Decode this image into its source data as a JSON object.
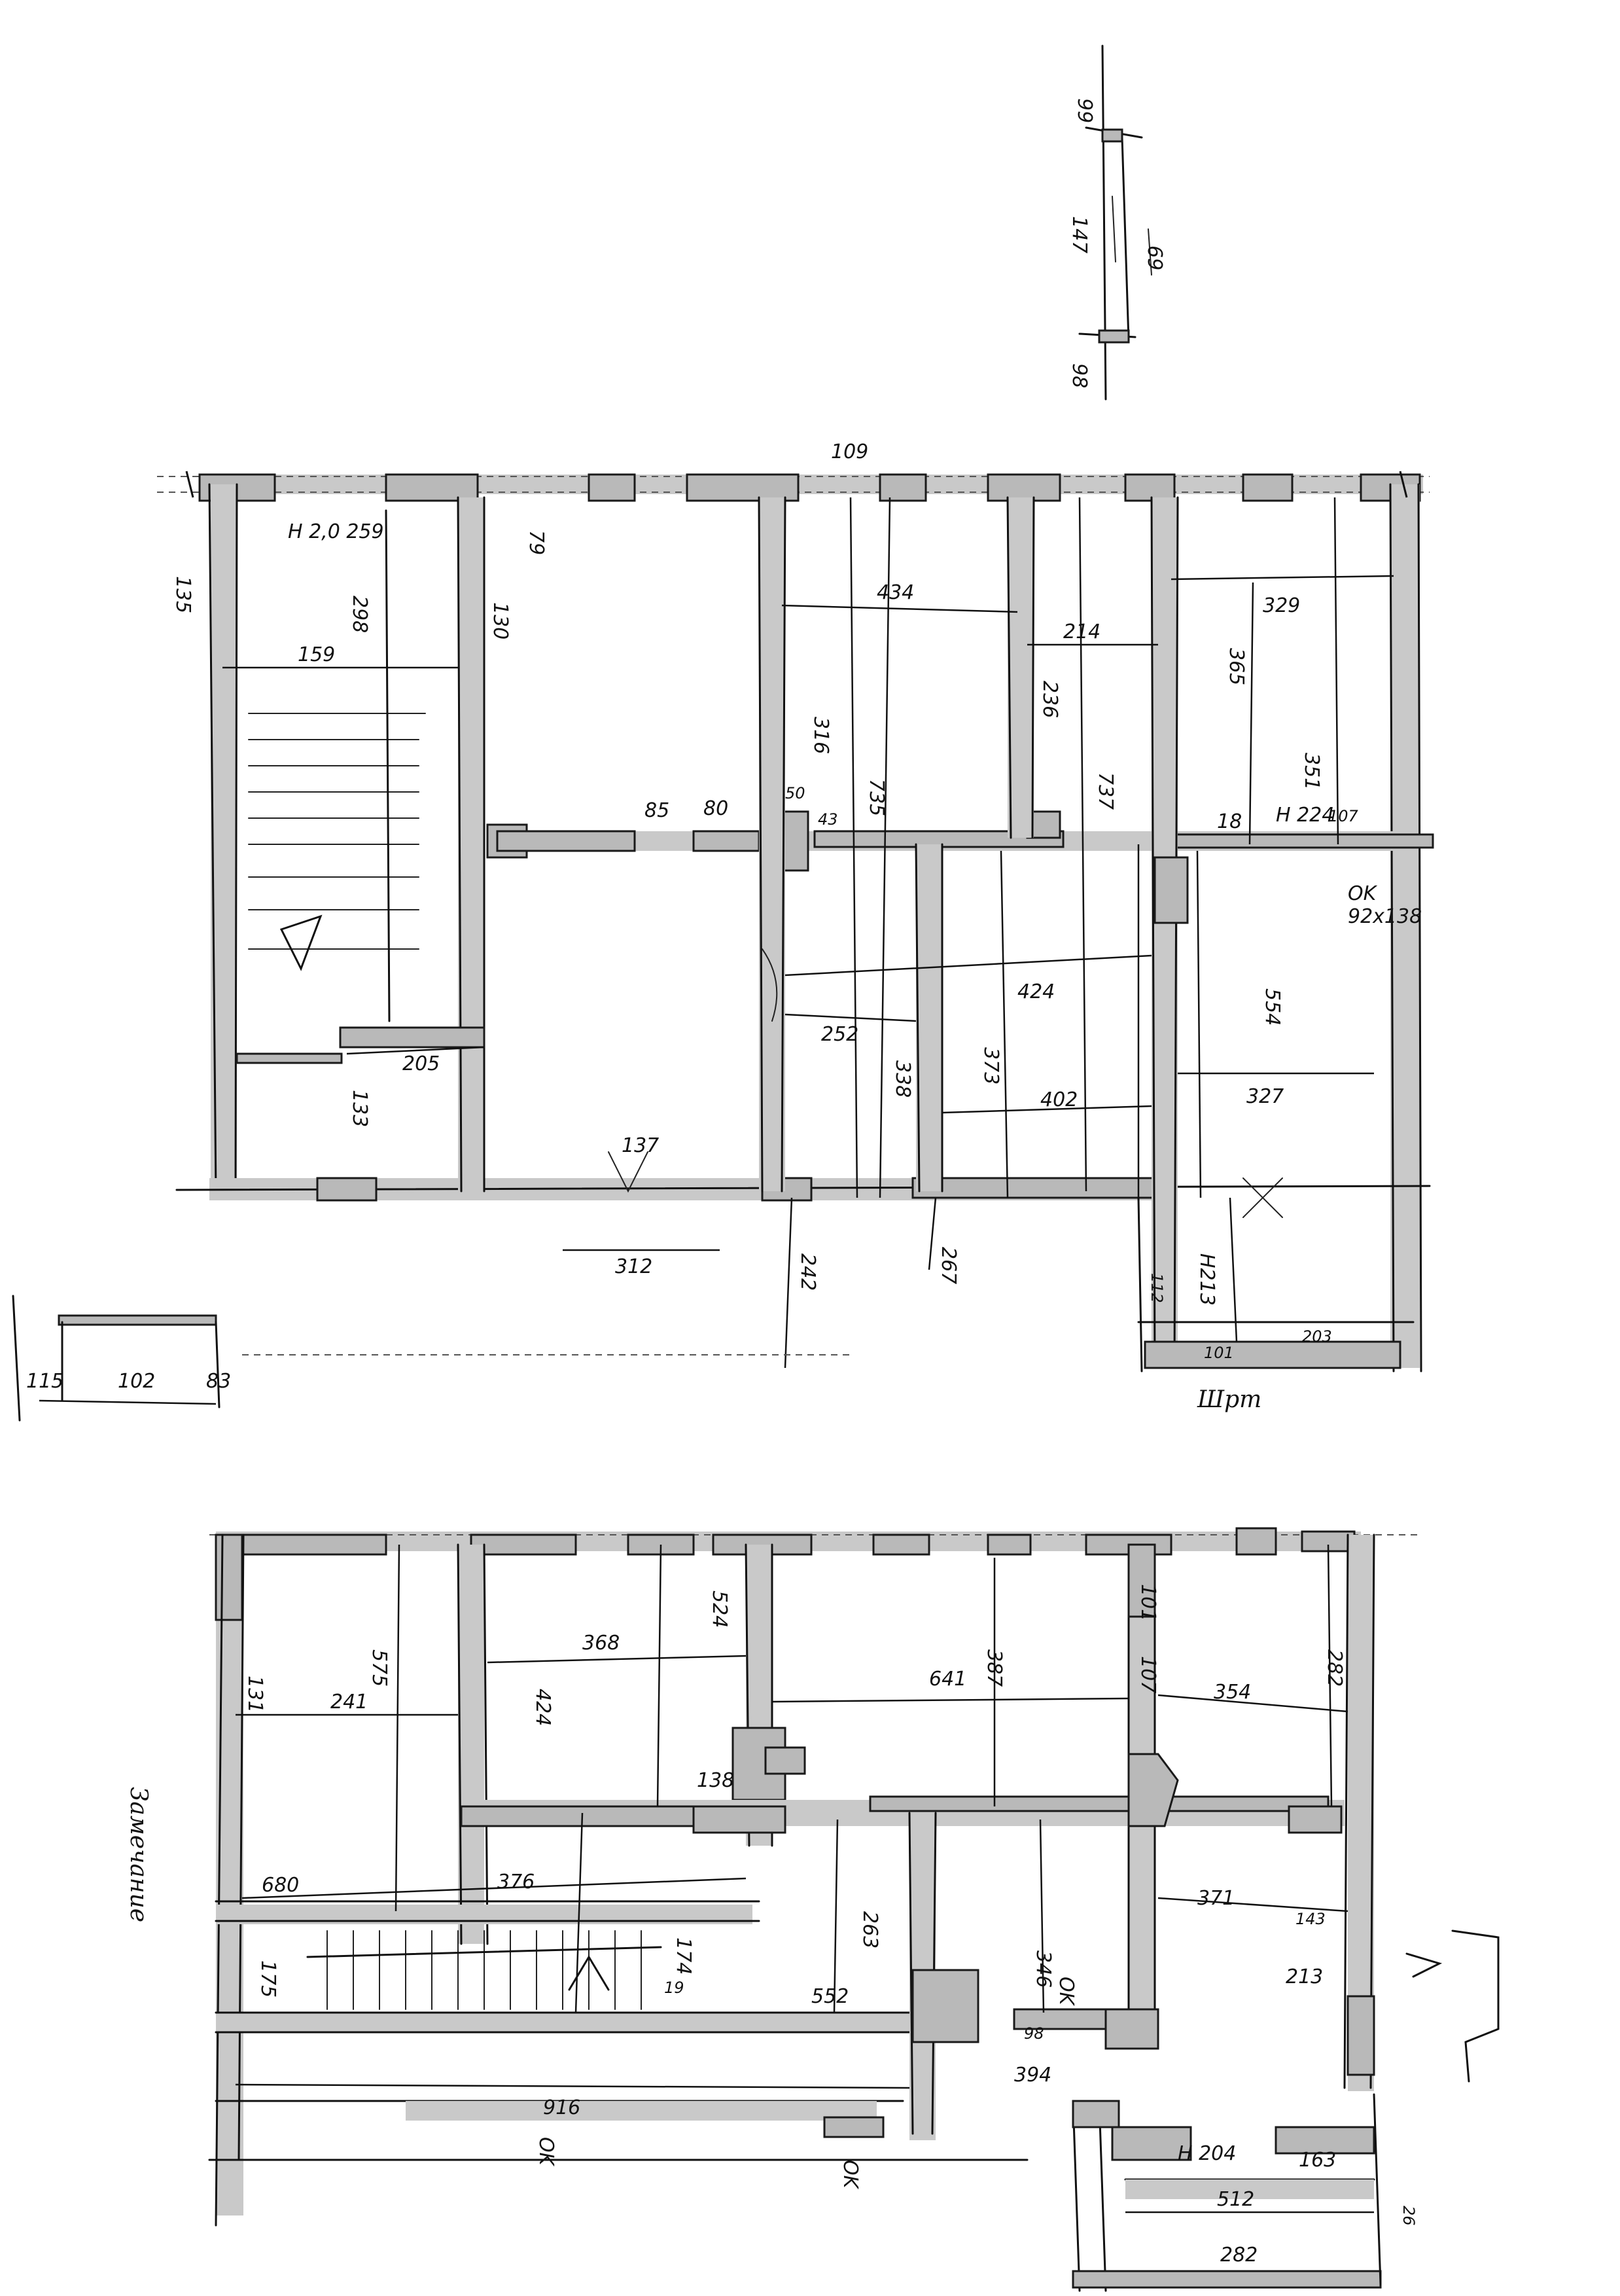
{
  "upper_plan": {
    "dims": {
      "top_gap": "109",
      "left_135": "135",
      "h_label": "H 2,0 259",
      "d_159": "159",
      "d_79": "79",
      "d_130": "130",
      "d_298": "298",
      "d_434": "434",
      "d_214": "214",
      "d_329": "329",
      "d_365": "365",
      "d_316": "316",
      "d_735": "735",
      "d_236": "236",
      "d_737": "737",
      "d_351": "351",
      "d_85": "85",
      "d_80": "80",
      "d_50": "50",
      "d_43": "43",
      "d_18": "18",
      "d_h224": "H 224",
      "d_107": "107",
      "d_ok": "OK",
      "d_92x138": "92x138",
      "d_424": "424",
      "d_252": "252",
      "d_554": "554",
      "d_373": "373",
      "d_338": "338",
      "d_402": "402",
      "d_327": "327",
      "d_205": "205",
      "d_133": "133",
      "d_137": "137",
      "d_312": "312",
      "d_242": "242",
      "d_267": "267",
      "d_h213": "H213",
      "d_112": "112",
      "d_101": "101",
      "d_203": "203",
      "d_label_shr": "Шрт"
    }
  },
  "section_detail": {
    "d_99": "99",
    "d_147": "147",
    "d_69": "69",
    "d_98": "98"
  },
  "left_detail": {
    "d_115": "115",
    "d_102": "102",
    "d_83": "83"
  },
  "lower_plan": {
    "side_label": "Замечание",
    "dims": {
      "d_575": "575",
      "d_368": "368",
      "d_524": "524",
      "d_424": "424",
      "d_241": "241",
      "d_641": "641",
      "d_354": "354",
      "d_282": "282",
      "d_387": "387",
      "d_131": "131",
      "d_107": "107",
      "d_101": "101",
      "d_138": "138",
      "d_680": "680",
      "d_376": "376",
      "d_174": "174",
      "d_175": "175",
      "d_371": "371",
      "d_143": "143",
      "d_263": "263",
      "d_213": "213",
      "d_346": "346",
      "d_394": "394",
      "d_552": "552",
      "d_916": "916",
      "d_ok1": "OK",
      "d_ok2": "OK",
      "d_ok3": "OK",
      "d_512": "512",
      "d_282b": "282",
      "d_163": "163",
      "d_h204": "H 204",
      "d_26": "26",
      "d_98": "98",
      "d_19": "19"
    }
  }
}
